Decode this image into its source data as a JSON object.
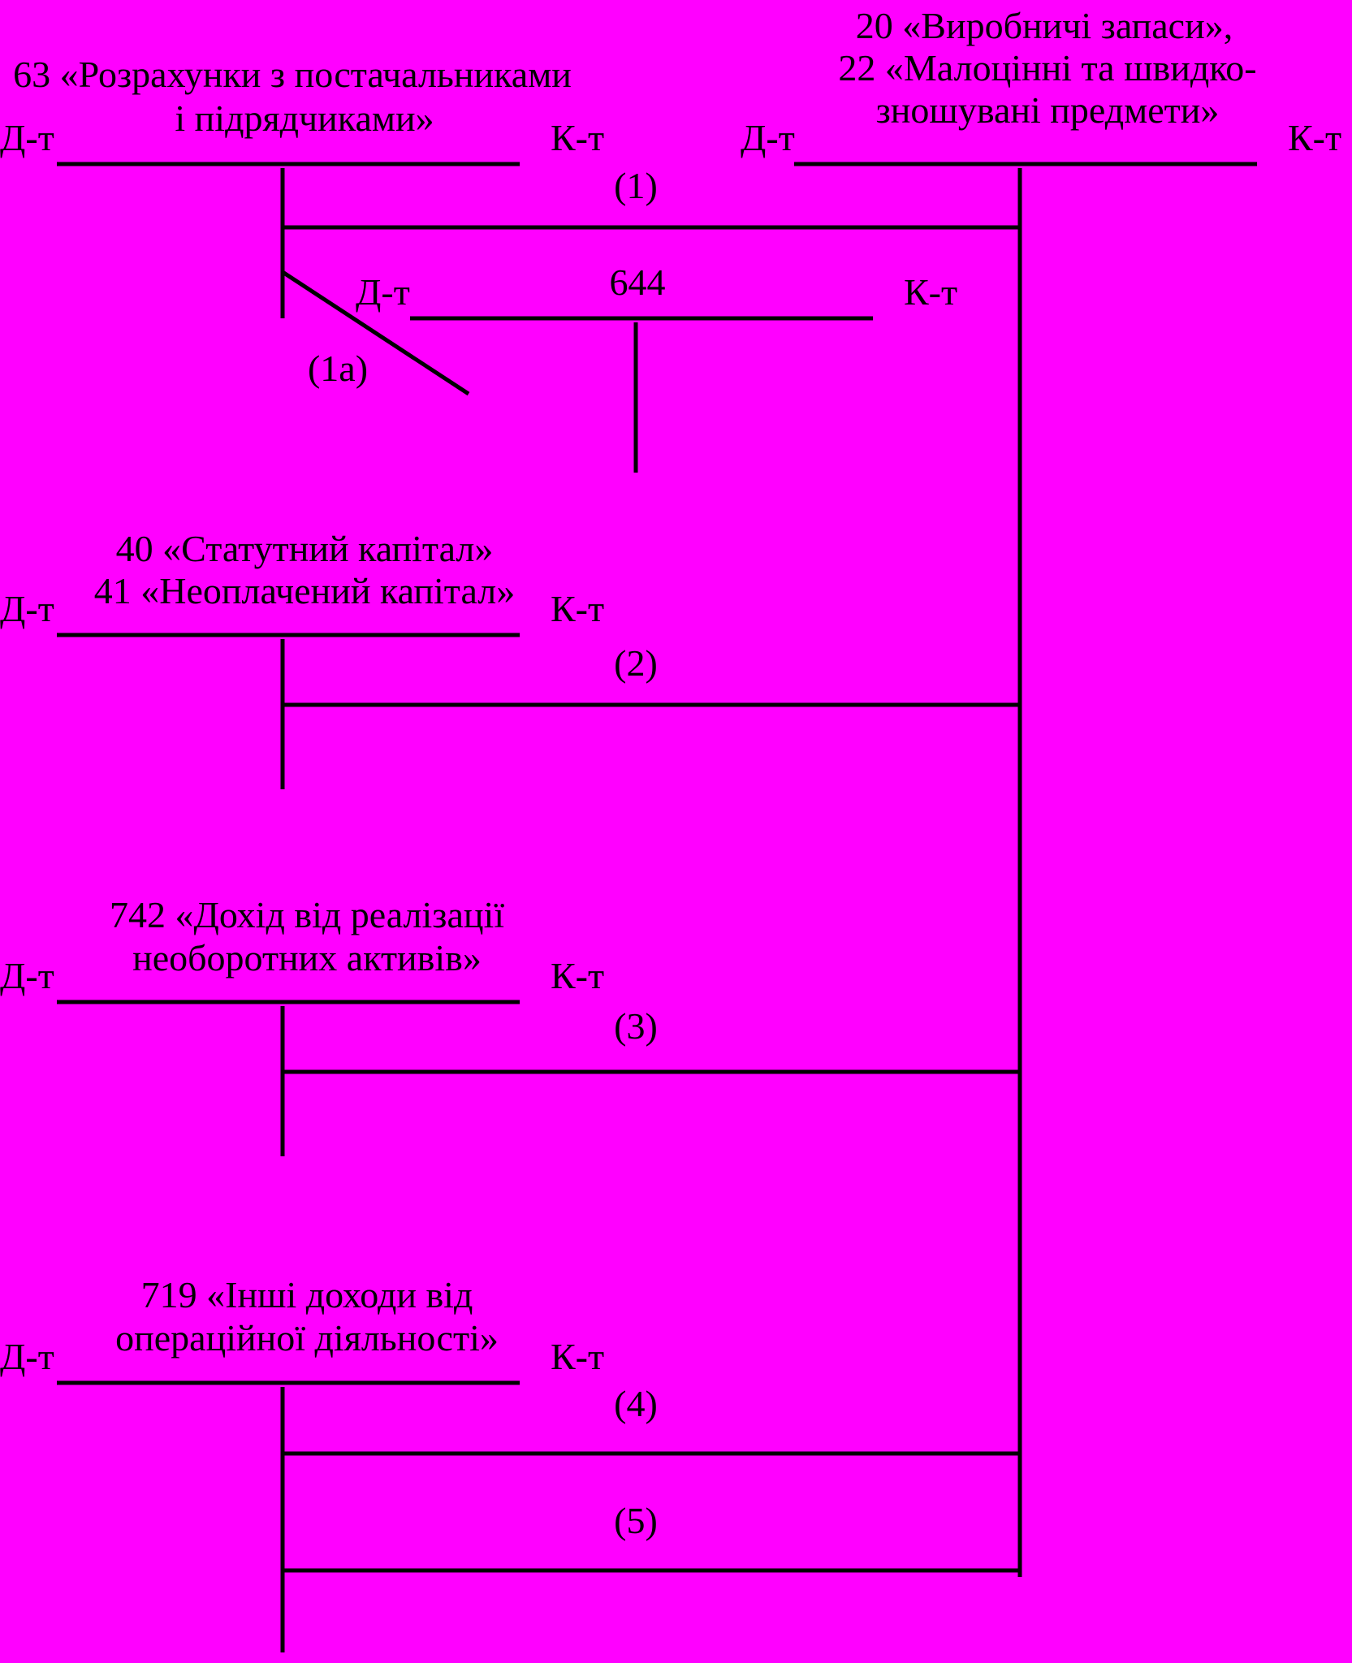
{
  "colors": {
    "background": "#FF00FF",
    "ink": "#000000"
  },
  "labels": {
    "debit": "Д-т",
    "credit": "К-т"
  },
  "accounts": {
    "acc_63": [
      "63 «Розрахунки з постачальниками",
      "і підрядчиками»"
    ],
    "acc_20_22": [
      "20 «Виробничі запаси»,",
      "22 «Малоцінні та швидко-",
      "зношувані предмети»"
    ],
    "acc_644": [
      "644"
    ],
    "acc_40_41": [
      "40 «Статутний капітал»",
      "41 «Неоплачений капітал»"
    ],
    "acc_742": [
      "742 «Дохід від реалізації",
      "необоротних активів»"
    ],
    "acc_719": [
      "719 «Інші доходи від",
      "операційної діяльності»"
    ]
  },
  "entries": [
    "(1)",
    "(1а)",
    "(2)",
    "(3)",
    "(4)",
    "(5)"
  ]
}
